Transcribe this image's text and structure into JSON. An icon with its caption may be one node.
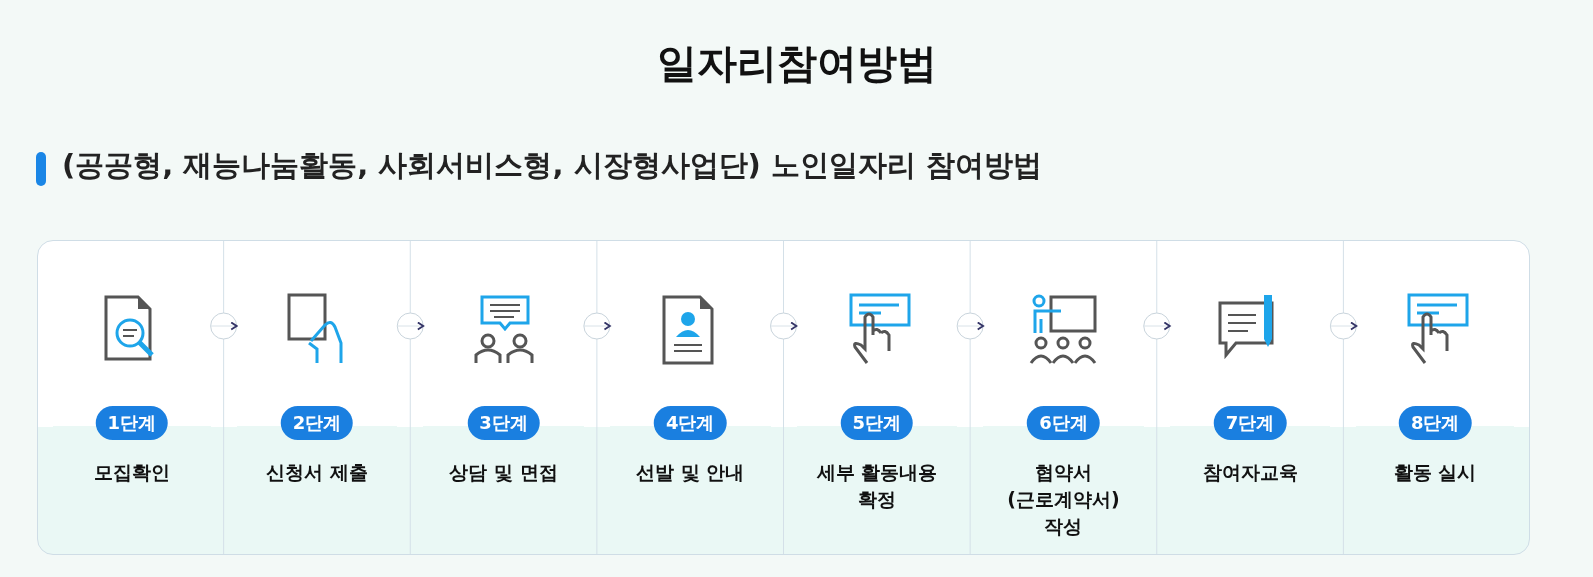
{
  "diagram": {
    "title": "일자리참여방법",
    "nodes": [
      {
        "text": [
          "1단계",
          "모집확인"
        ]
      },
      {
        "text": [
          "2단계",
          "신청서 제출"
        ]
      },
      {
        "text": [
          "3단계",
          "상담 및 면접"
        ]
      },
      {
        "text": [
          "4단계",
          "선발 및 안내"
        ]
      },
      {
        "text": [
          "5단계",
          "세부 활동내용 확정"
        ]
      },
      {
        "text": [
          "6단계",
          "협약서(근로계약서) 작성"
        ]
      },
      {
        "text": [
          "7단계",
          "참여자교육"
        ]
      },
      {
        "text": [
          "8단계",
          "활동 실시"
        ]
      }
    ],
    "edges": [
      {
        "from": 0,
        "to": 1,
        "arrow": "to"
      },
      {
        "from": 1,
        "to": 2,
        "arrow": "to"
      },
      {
        "from": 2,
        "to": 3,
        "arrow": "to"
      },
      {
        "from": 3,
        "to": 4,
        "arrow": "to"
      },
      {
        "from": 4,
        "to": 5,
        "arrow": "to"
      },
      {
        "from": 5,
        "to": 6,
        "arrow": "to"
      },
      {
        "from": 6,
        "to": 7,
        "arrow": "to"
      }
    ],
    "labels": [
      "(공공형, 재능나눔활동, 사회서비스형, 시장형사업단) 노인일자리 참여방법"
    ]
  }
}
